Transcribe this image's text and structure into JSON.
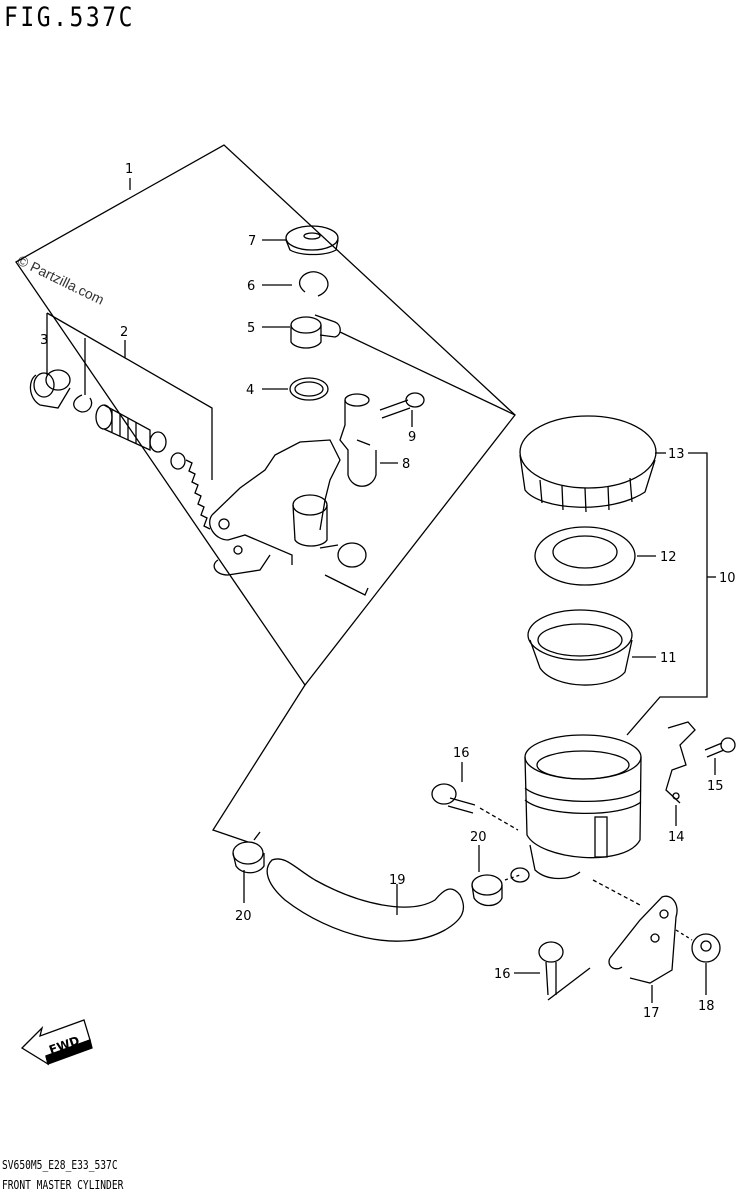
{
  "figure": {
    "title": "FIG.537C",
    "watermark": "© Partzilla.com"
  },
  "callouts": [
    {
      "id": "c1",
      "text": "1"
    },
    {
      "id": "c2",
      "text": "2"
    },
    {
      "id": "c3",
      "text": "3"
    },
    {
      "id": "c4",
      "text": "4"
    },
    {
      "id": "c5",
      "text": "5"
    },
    {
      "id": "c6",
      "text": "6"
    },
    {
      "id": "c7",
      "text": "7"
    },
    {
      "id": "c8",
      "text": "8"
    },
    {
      "id": "c9",
      "text": "9"
    },
    {
      "id": "c10",
      "text": "10"
    },
    {
      "id": "c11",
      "text": "11"
    },
    {
      "id": "c12",
      "text": "12"
    },
    {
      "id": "c13",
      "text": "13"
    },
    {
      "id": "c14",
      "text": "14"
    },
    {
      "id": "c15",
      "text": "15"
    },
    {
      "id": "c16a",
      "text": "16"
    },
    {
      "id": "c16b",
      "text": "16"
    },
    {
      "id": "c17",
      "text": "17"
    },
    {
      "id": "c18",
      "text": "18"
    },
    {
      "id": "c19",
      "text": "19"
    },
    {
      "id": "c20a",
      "text": "20"
    },
    {
      "id": "c20b",
      "text": "20"
    }
  ],
  "fwd_badge": "FWD",
  "footer": {
    "code": "SV650M5_E28_E33_537C",
    "name": "FRONT MASTER CYLINDER"
  }
}
